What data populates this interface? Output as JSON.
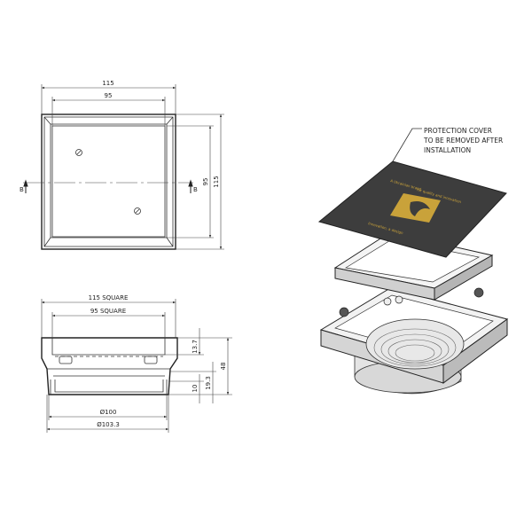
{
  "top_view": {
    "dim_outer_width": "115",
    "dim_inner_width": "95",
    "dim_inner_height": "95",
    "dim_outer_height": "115",
    "section_left": "B",
    "section_right": "B"
  },
  "side_view": {
    "dim_outer": "115 SQUARE",
    "dim_inner": "95 SQUARE",
    "dim_grate_depth": "13.7",
    "dim_total_height": "48",
    "dim_outlet_height": "19.3",
    "dim_spigot": "10",
    "dim_diameter_inner": "Ø100",
    "dim_diameter_outer": "Ø103.3"
  },
  "iso_view": {
    "callout_lines": [
      "PROTECTION COVER",
      "TO BE REMOVED AFTER",
      "INSTALLATION"
    ],
    "cover_color": "#3d3d3d",
    "logo_color": "#c9a23a",
    "logo_text": [
      "A Ukrainian brand",
      "for quality and innovation",
      "Innovation, a design"
    ]
  }
}
